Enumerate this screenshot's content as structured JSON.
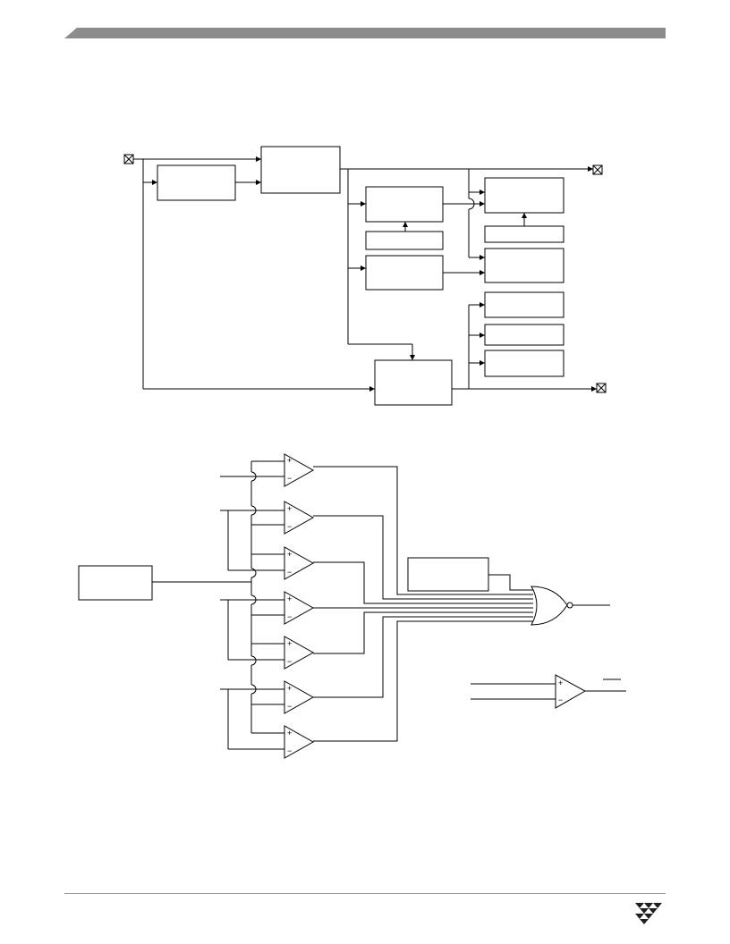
{
  "header": {
    "bar_color": "#8c8c8c"
  },
  "block_diagram": {
    "pins": 3,
    "blocks": 12
  },
  "comparator_diagram": {
    "comparators": 7,
    "plus_symbol": "+",
    "minus_symbol": "−",
    "or_gate": "NOR",
    "reference_comparator": 1
  },
  "footer": {
    "rule_color": "#9a9a9a",
    "logo_color": "#1f1f1f"
  }
}
